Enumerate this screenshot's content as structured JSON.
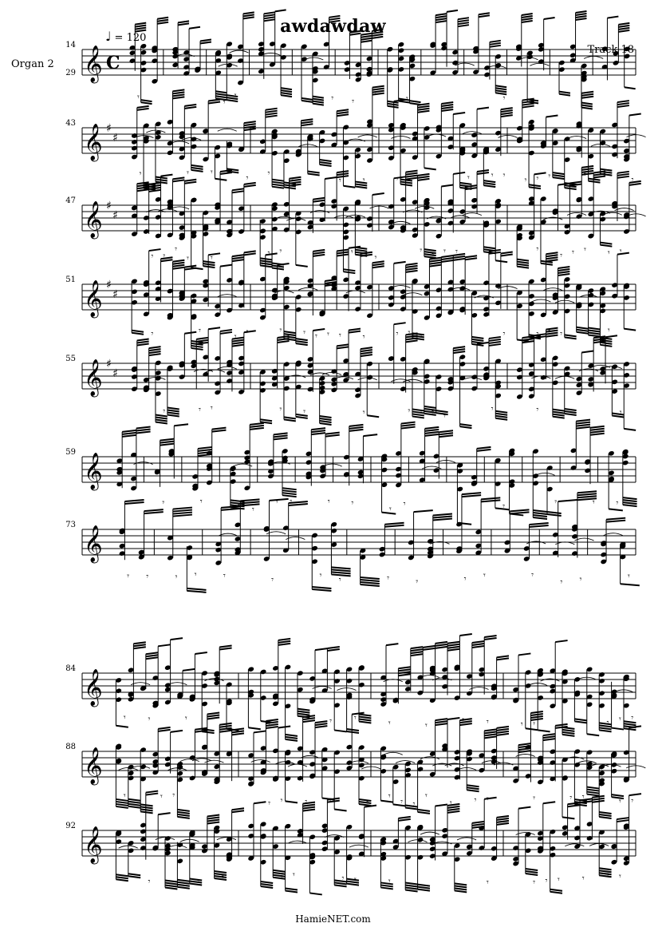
{
  "score": {
    "title": "awdawdaw",
    "tempo_mark": "= 120",
    "tempo_note_icon": "quarter-note-icon",
    "track_label": "Track 18",
    "instrument_label": "Organ 2",
    "footer": "HamieNET.com"
  },
  "systems": [
    {
      "label": "14",
      "extra_label": "29",
      "key": "C",
      "time": "C",
      "measures": 12
    },
    {
      "label": "43",
      "key": "D",
      "measures": 4
    },
    {
      "label": "47",
      "key": "D",
      "measures": 4
    },
    {
      "label": "51",
      "key": "D",
      "measures": 4
    },
    {
      "label": "55",
      "key": "D",
      "measures": 4
    },
    {
      "label": "59",
      "key": "C",
      "measures": 14
    },
    {
      "label": "73",
      "key": "C",
      "measures": 11
    },
    {
      "label": "84",
      "key": "C",
      "measures": 4
    },
    {
      "label": "88",
      "key": "C",
      "measures": 4
    },
    {
      "label": "92",
      "key": "C",
      "measures": 4
    }
  ]
}
